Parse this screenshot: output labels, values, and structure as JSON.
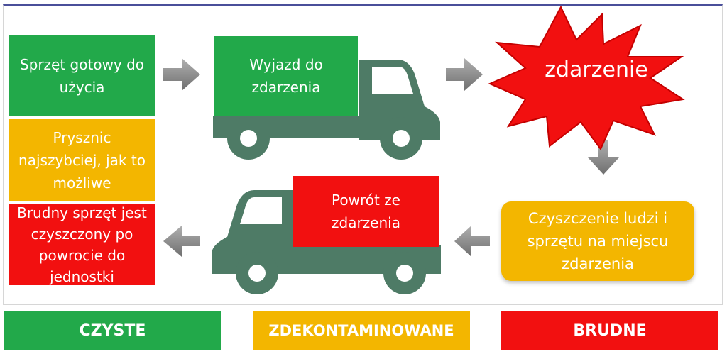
{
  "steps": {
    "ready": "Sprzęt gotowy do użycia",
    "shower": "Prysznic najszybciej, jak to możliwe",
    "dirty": "Brudny sprzęt jest czyszczony po powrocie do jednostki",
    "departure": "Wyjazd do zdarzenia",
    "incident": "zdarzenie",
    "cleaning": "Czyszczenie ludzi i sprzętu na miejscu zdarzenia",
    "return": "Powrót ze zdarzenia"
  },
  "legend": {
    "clean": "CZYSTE",
    "decontaminated": "ZDEKONTAMINOWANE",
    "dirty": "BRUDNE"
  },
  "colors": {
    "green": "#22a94a",
    "orange": "#f3b600",
    "red": "#f21010",
    "truck": "#4e7b66",
    "arrow": "#8a8a8a"
  }
}
